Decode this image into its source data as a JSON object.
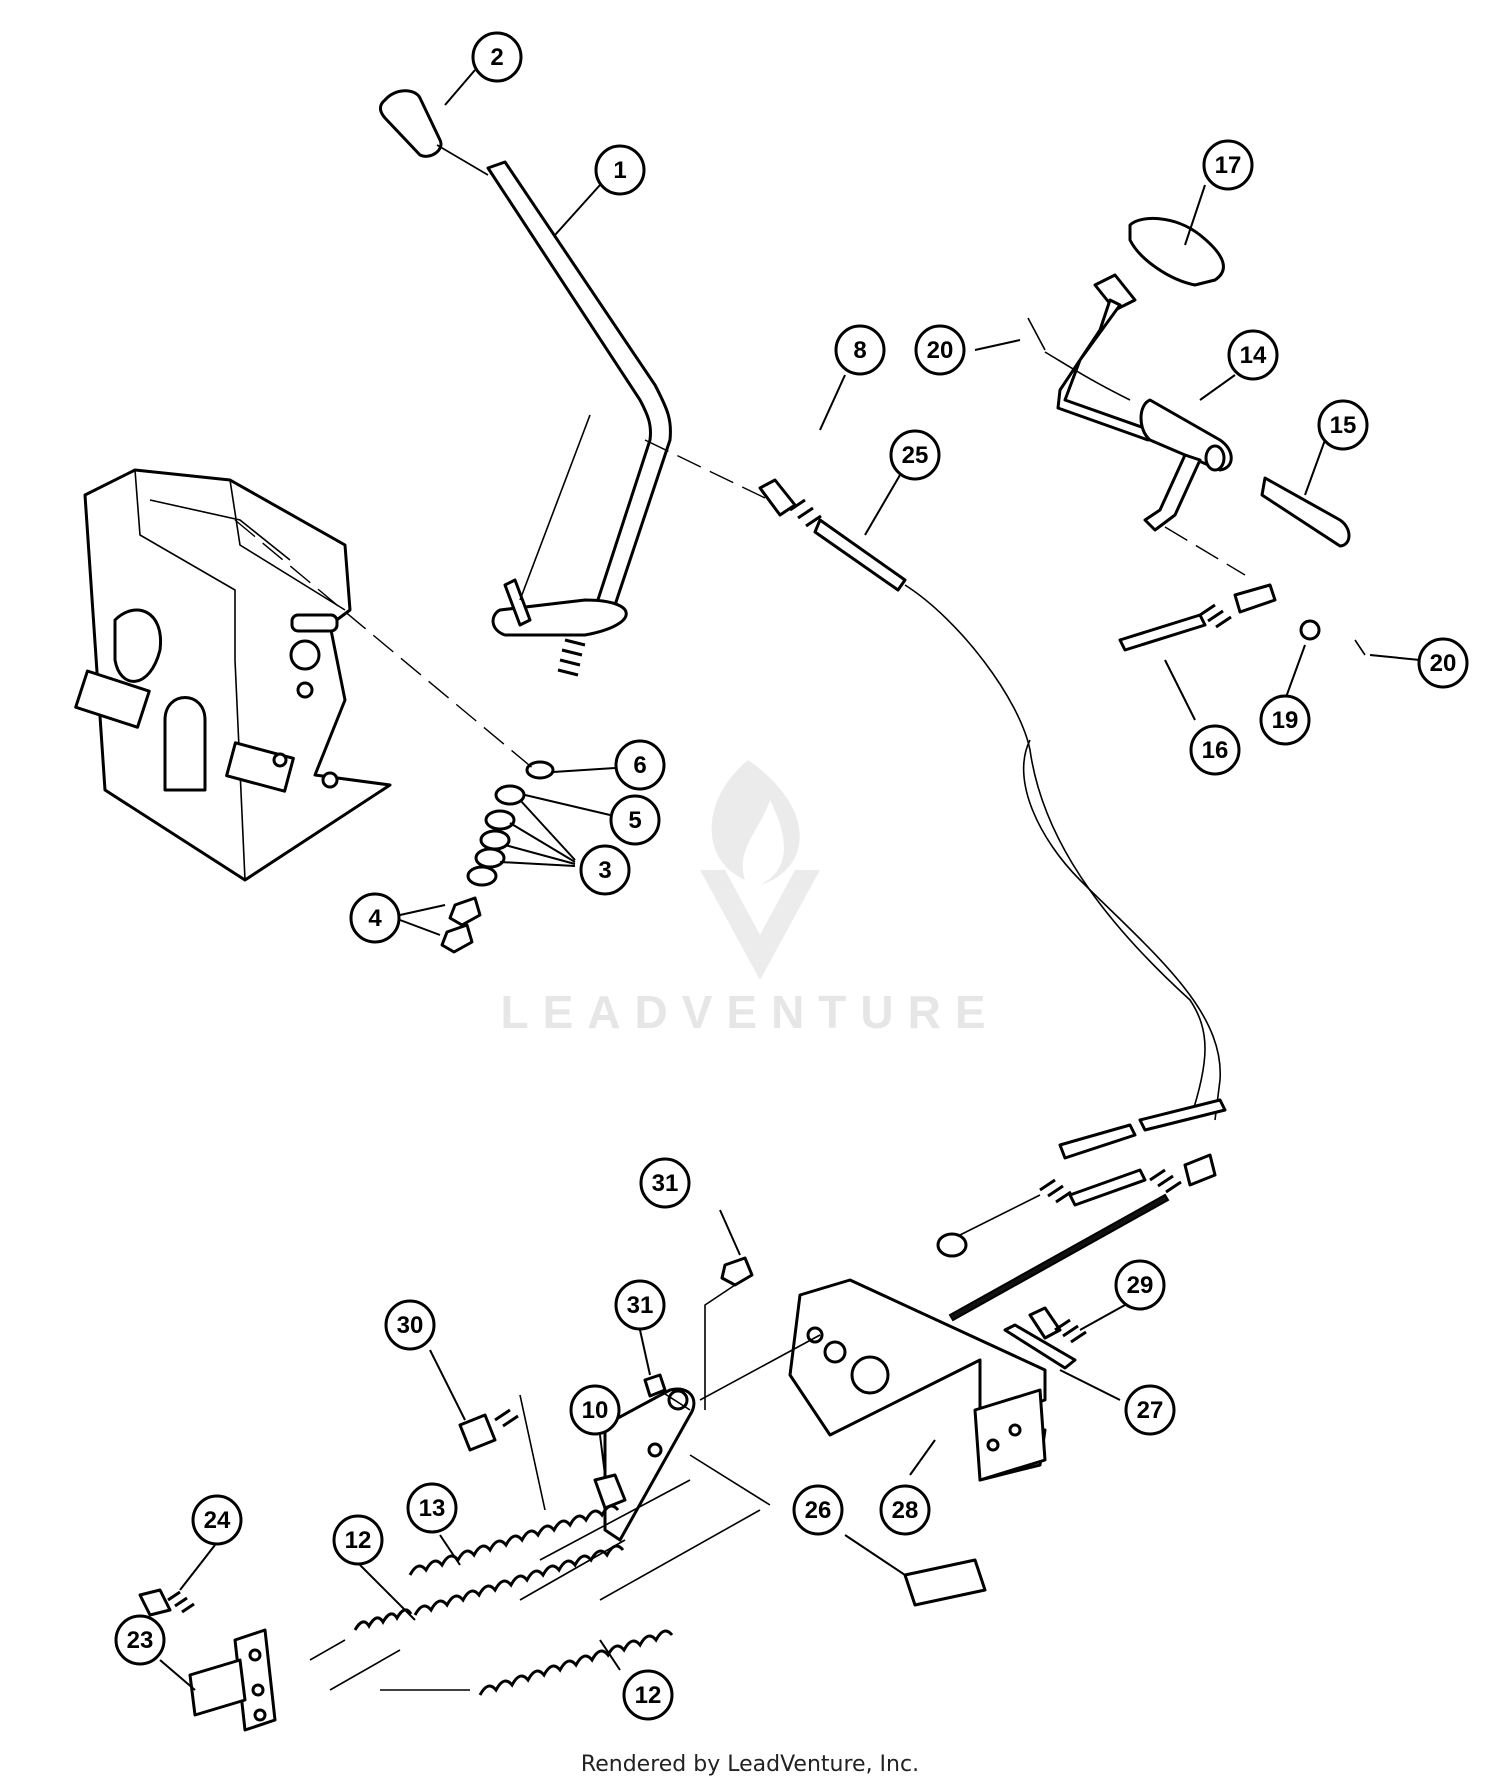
{
  "callouts": [
    "1",
    "2",
    "3",
    "4",
    "5",
    "6",
    "8",
    "10",
    "12",
    "12",
    "13",
    "14",
    "15",
    "16",
    "17",
    "19",
    "20",
    "20",
    "23",
    "24",
    "25",
    "26",
    "27",
    "28",
    "29",
    "30",
    "31",
    "31"
  ],
  "watermark": {
    "text": "LEADVENTURE"
  },
  "footer": {
    "text": "Rendered by LeadVenture, Inc."
  }
}
